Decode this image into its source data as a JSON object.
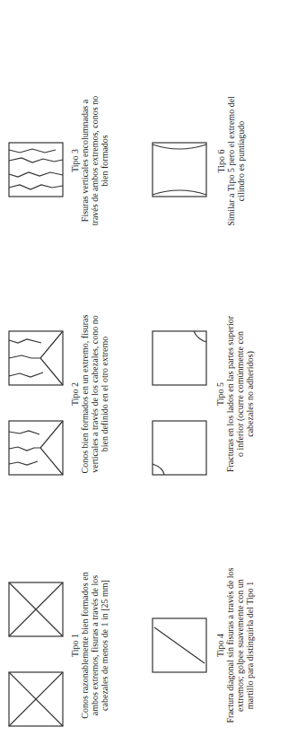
{
  "diagram": {
    "labels": [
      "Tipo 1",
      "Conos razonablemente bien formados en ambos extremos, fisuras a través de los cabezales de menos de 1 in [25 mm]",
      "Tipo 2",
      "Conos bien formados en un extremo, fisuras verticales a través de los cabezales, cono no bien definido en el otro extremo",
      "Tipo 3",
      "Fisuras verticales encolumnadas a través de ambos extremos, conos no bien formados",
      "Tipo 4",
      "Fractura diagonal sin fisuras a través de los extremos; golpee suavemente con un martillo para distinguirla del Tipo 1",
      "Tipo 5",
      "Fracturas en los lados en las partes superior o inferior (ocurre comúnmente con cabezales no adheridos)",
      "Tipo 6",
      "Similar a Tipo 5 pero el extremo del cilindro es puntiagudo"
    ]
  }
}
